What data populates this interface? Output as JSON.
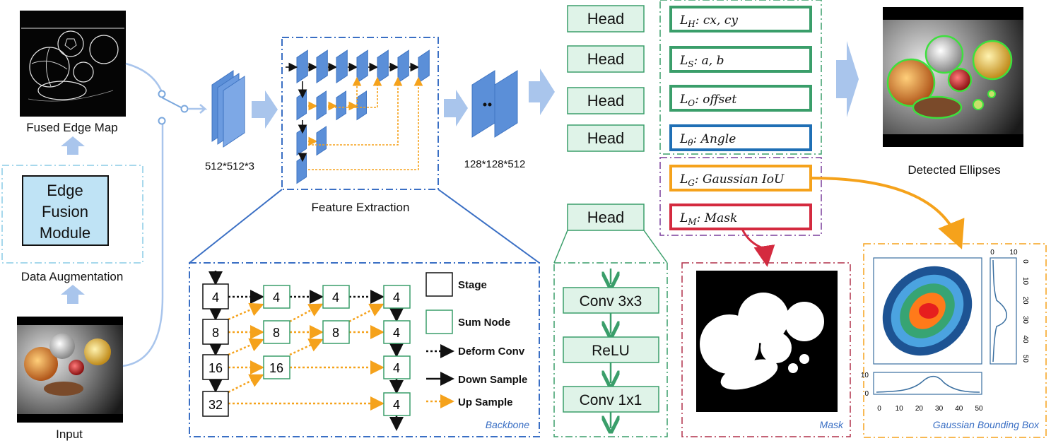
{
  "colors": {
    "arrow_blue": "#a9c5ec",
    "box_blue": "#5b8fd8",
    "backbone_border": "#3a6fc4",
    "head_green": "#3a9e6a",
    "head_fill": "#dff3e8",
    "loss_blue": "#1f6fb5",
    "loss_orange": "#f5a21b",
    "loss_red": "#d42a3f",
    "up_orange": "#f5a21b",
    "purple": "#7a3e9c",
    "crimson": "#b0304a",
    "light_blue_dash": "#a7d8ec",
    "edge_fusion_fill": "#bfe3f5"
  },
  "left": {
    "fused_edge_map": "Fused Edge Map",
    "edge_fusion_module": [
      "Edge",
      "Fusion",
      "Module"
    ],
    "data_augmentation": "Data Augmentation",
    "input": "Input"
  },
  "dims": {
    "input_size": "512*512*3",
    "feature_size": "128*128*512"
  },
  "feature_extraction": "Feature Extraction",
  "heads": [
    "Head",
    "Head",
    "Head",
    "Head"
  ],
  "head_mask": "Head",
  "losses": [
    {
      "sym": "L",
      "sub": "H",
      "text": ": cx, cy"
    },
    {
      "sym": "L",
      "sub": "S",
      "text": ": a, b"
    },
    {
      "sym": "L",
      "sub": "O",
      "text": ": offset"
    },
    {
      "sym": "L",
      "sub": "θ",
      "text": ": Angle"
    },
    {
      "sym": "L",
      "sub": "G",
      "text": ": Gaussian IoU"
    },
    {
      "sym": "L",
      "sub": "M",
      "text": ": Mask"
    }
  ],
  "detected_ellipses": "Detected Ellipses",
  "backbone": {
    "caption": "Backbone",
    "stages": [
      "4",
      "8",
      "16",
      "32"
    ],
    "col2": [
      "4",
      "8",
      "16"
    ],
    "col3": [
      "4",
      "8"
    ],
    "col4": [
      "4",
      "4",
      "4",
      "4"
    ],
    "legend": {
      "stage": "Stage",
      "sum_node": "Sum Node",
      "deform_conv": "Deform Conv",
      "down_sample": "Down Sample",
      "up_sample": "Up Sample"
    }
  },
  "head_detail": {
    "layers": [
      "Conv 3x3",
      "ReLU",
      "Conv 1x1"
    ]
  },
  "mask_caption": "Mask",
  "gaussian": {
    "caption": "Gaussian Bounding Box",
    "top_ticks": [
      "0",
      "10"
    ],
    "right_ticks": [
      "0",
      "10",
      "20",
      "30",
      "40",
      "50"
    ],
    "bottom_ticks": [
      "0",
      "10",
      "20",
      "30",
      "40",
      "50"
    ],
    "left_ticks": [
      "10",
      "0"
    ]
  }
}
